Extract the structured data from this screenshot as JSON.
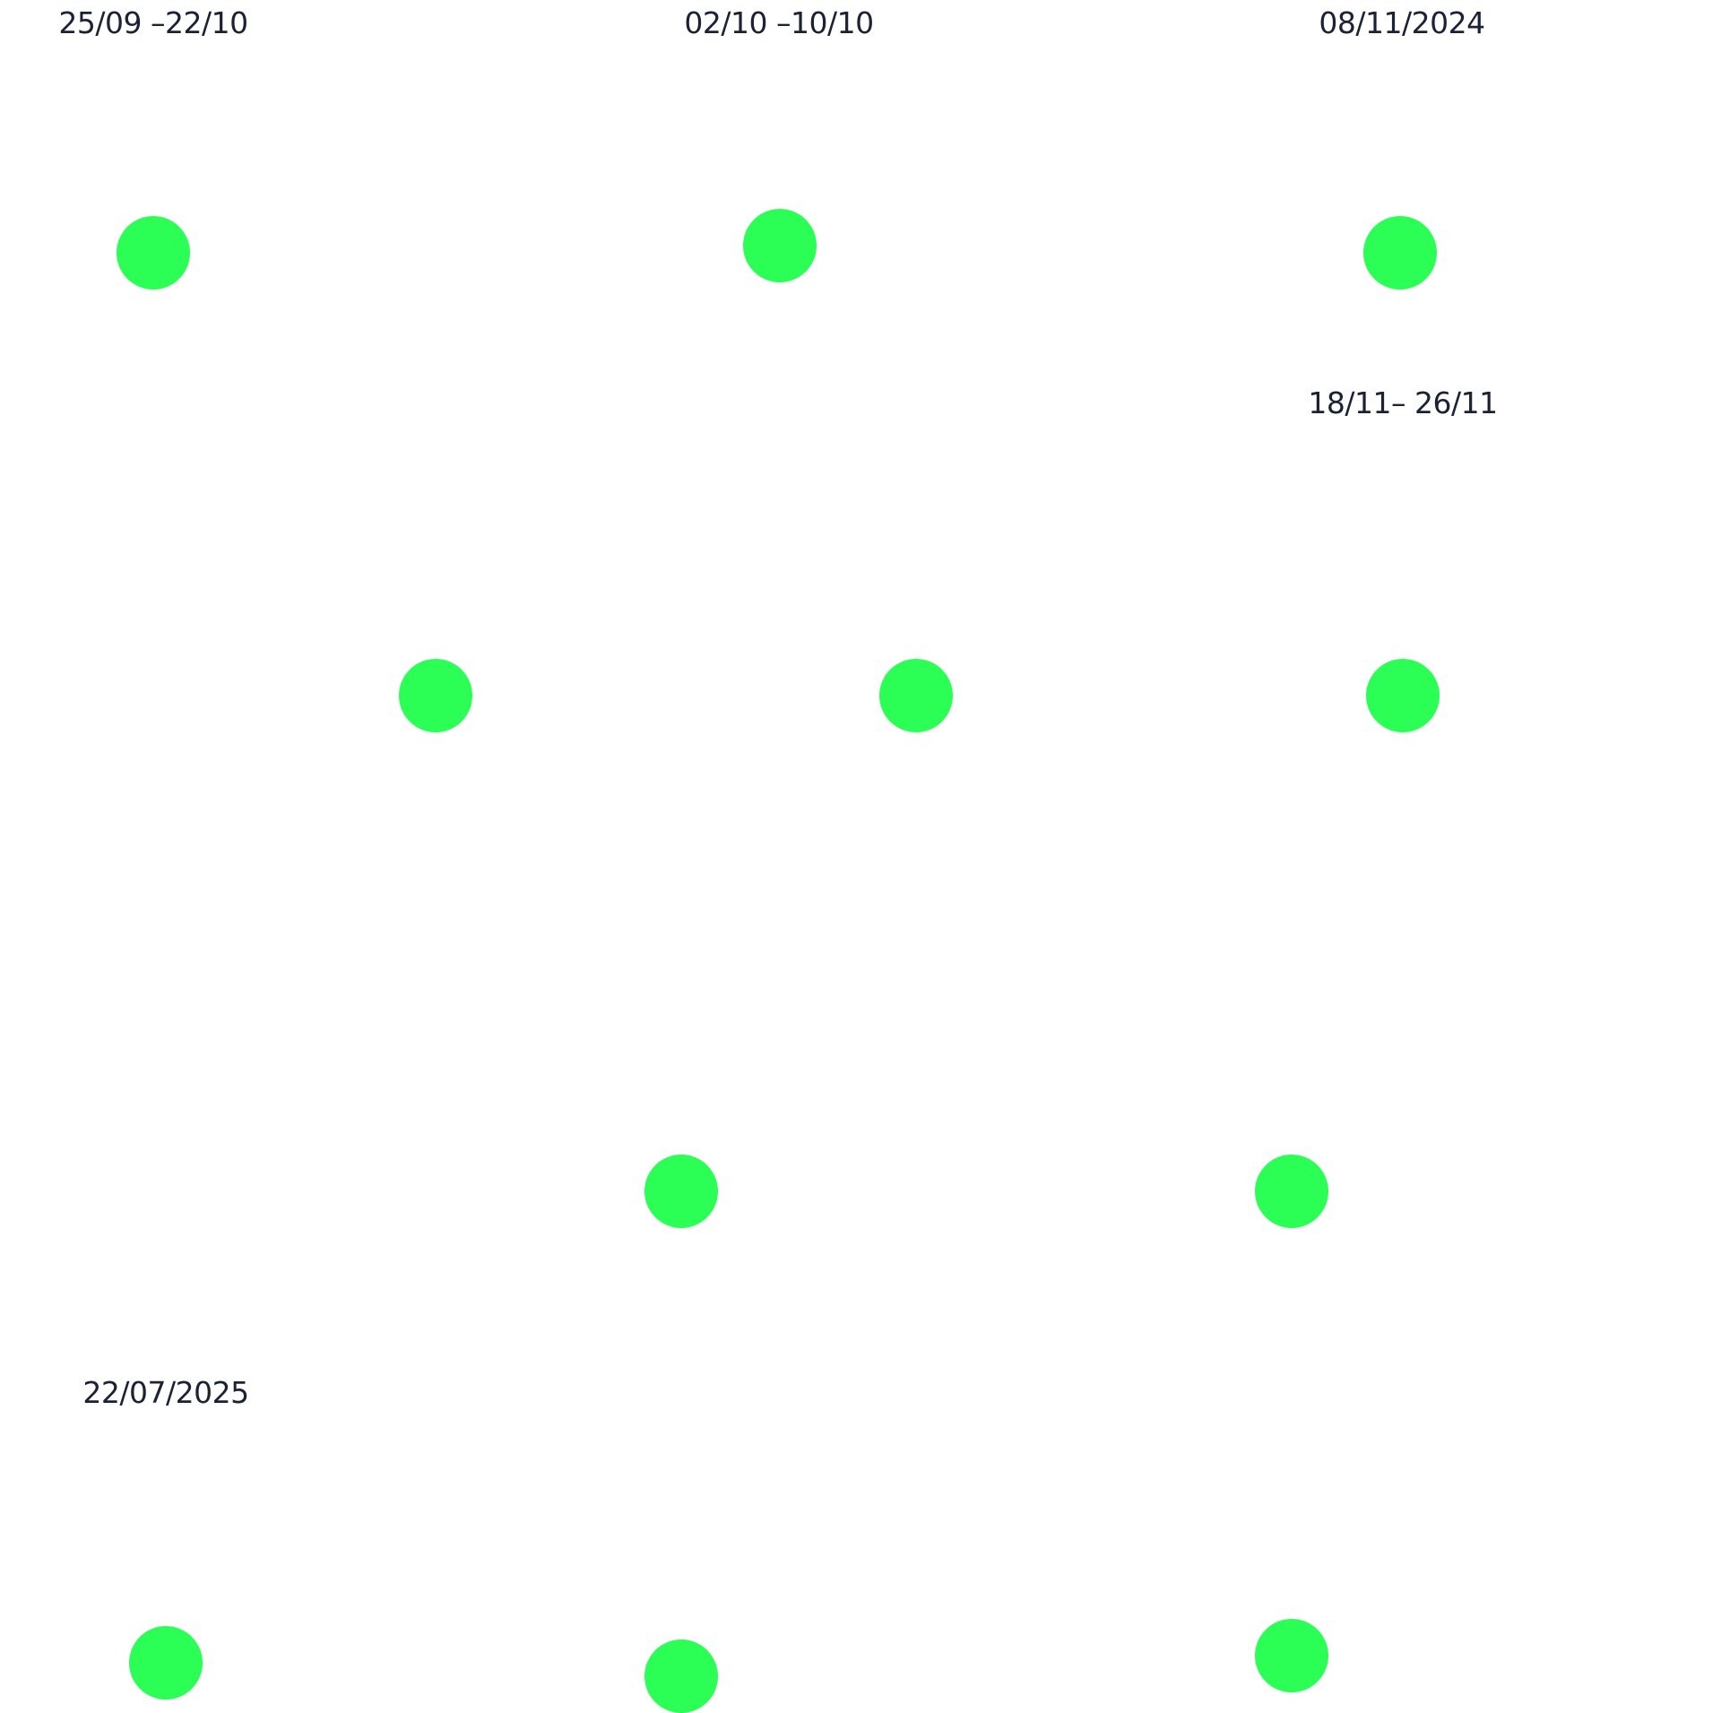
{
  "colors": {
    "text": "#1c2235",
    "dot": "#2bff55"
  },
  "labels": {
    "label_1": "25/09 –22/10",
    "label_2": "02/10 –10/10",
    "label_3": "08/11/2024",
    "label_4": "18/11– 26/11",
    "label_5": "22/07/2025"
  }
}
